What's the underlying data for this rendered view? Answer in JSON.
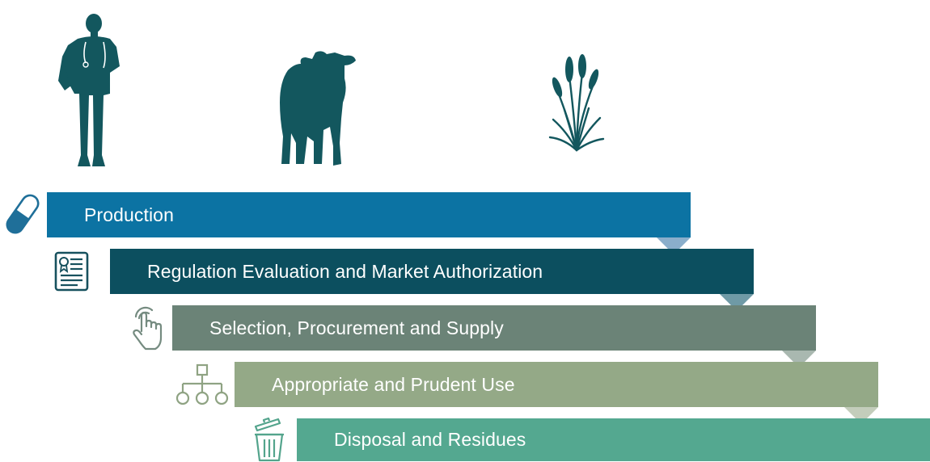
{
  "figures": [
    {
      "name": "veterinarian-figure"
    },
    {
      "name": "cow-figure"
    },
    {
      "name": "crop-figure"
    }
  ],
  "stages": [
    {
      "label": "Production",
      "color": "#0c73a3",
      "notch_color": "#8aaecb",
      "icon": "capsule-icon"
    },
    {
      "label": "Regulation Evaluation and Market Authorization",
      "color": "#0c4f5f",
      "notch_color": "#6f9aa6",
      "icon": "certificate-document-icon"
    },
    {
      "label": "Selection, Procurement and Supply",
      "color": "#6b8377",
      "notch_color": "#a9b8b0",
      "icon": "hand-tap-icon"
    },
    {
      "label": "Appropriate and Prudent Use",
      "color": "#94a987",
      "notch_color": "#c3cdbb",
      "icon": "hierarchy-icon"
    },
    {
      "label": "Disposal and Residues",
      "color": "#54a890",
      "icon": "trash-bin-icon"
    }
  ],
  "colors": {
    "silhouette": "#13575e",
    "icon_stroke_blue": "#1f6f99",
    "icon_stroke_dark": "#17515e",
    "icon_stroke_grey": "#758b80",
    "icon_stroke_olive": "#8fa383",
    "icon_stroke_teal": "#53a48c"
  }
}
